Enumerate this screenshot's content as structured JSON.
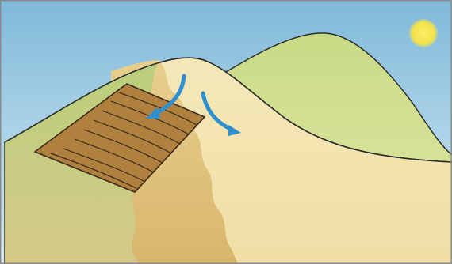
{
  "illustration": {
    "elements": [
      "sky",
      "sun",
      "far-hill",
      "sand-dune",
      "grass-slope",
      "wooden-fence-grid",
      "wind-arrow"
    ]
  },
  "colors": {
    "sky_top": "#7fb9d9",
    "sky_bottom": "#d8ecf5",
    "sun": "#f3e24a",
    "far_hill_top": "#c8db86",
    "far_hill_bottom": "#e2e7a6",
    "dune_light": "#f3e3ae",
    "dune_shadow": "#dfc079",
    "grass_top": "#b9cf7a",
    "grass_bottom": "#d6c98a",
    "fence_fill": "#b0803e",
    "fence_line": "#3a2a18",
    "arrow": "#2f8fd0",
    "outline": "#2b2b2b",
    "frame": "#8a8a8a"
  }
}
